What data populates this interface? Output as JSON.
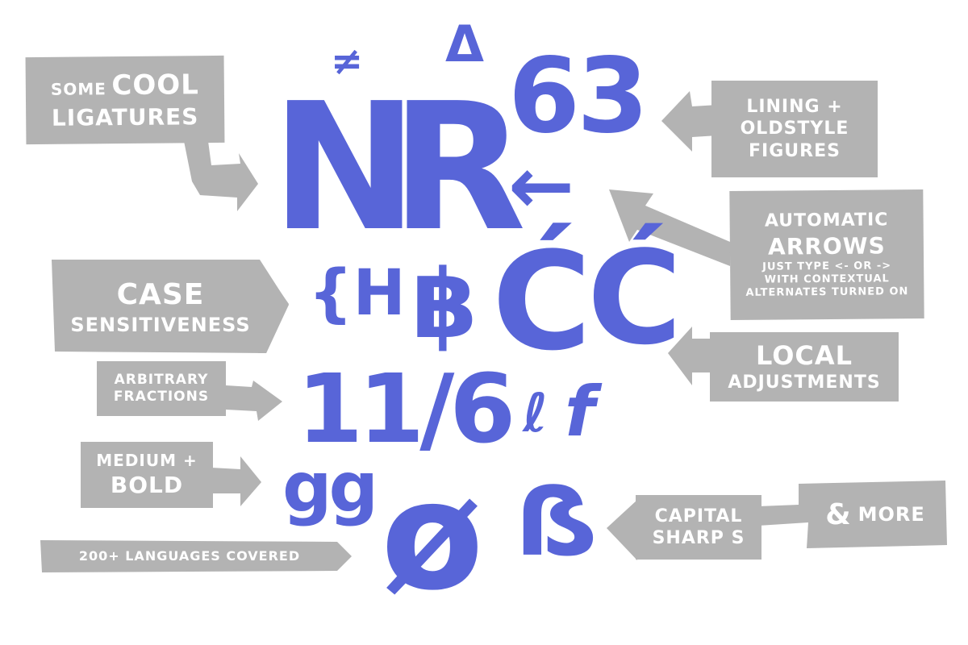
{
  "colors": {
    "glyph": "#5865d8",
    "tag": "#b3b3b3",
    "tag_text": "#ffffff",
    "background": "#ffffff"
  },
  "glyphs": {
    "not_equal": "≠",
    "delta": "Δ",
    "six_three": "63",
    "nr_ligature": "NR",
    "left_arrow": "←",
    "brace_h": "{H",
    "baht": "฿",
    "c_acute_1": "Ć",
    "c_acute_2": "Ć",
    "fraction": "11/6",
    "ell": "ℓ",
    "f": "f",
    "gg": "gg",
    "o_slash": "ø",
    "capital_sharp_s": "ẞ"
  },
  "labels": {
    "some_cool": {
      "line1_small": "SOME",
      "line1_big": "COOL",
      "line2": "LIGATURES"
    },
    "figures": {
      "line1": "LINING +",
      "line2": "OLDSTYLE",
      "line3": "FIGURES"
    },
    "arrows": {
      "line1": "AUTOMATIC",
      "line2": "ARROWS",
      "line3": "JUST TYPE <- OR ->",
      "line4": "WITH CONTEXTUAL",
      "line5": "ALTERNATES TURNED ON"
    },
    "case": {
      "line1": "CASE",
      "line2": "SENSITIVENESS"
    },
    "local": {
      "line1": "LOCAL",
      "line2": "ADJUSTMENTS"
    },
    "fractions": {
      "line1": "ARBITRARY",
      "line2": "FRACTIONS"
    },
    "weights": {
      "line1": "MEDIUM +",
      "line2": "BOLD"
    },
    "sharp_s": {
      "line1": "CAPITAL",
      "line2": "SHARP S"
    },
    "more": {
      "amp": "&",
      "text": "MORE"
    },
    "languages": {
      "text": "200+ LANGUAGES COVERED"
    }
  }
}
